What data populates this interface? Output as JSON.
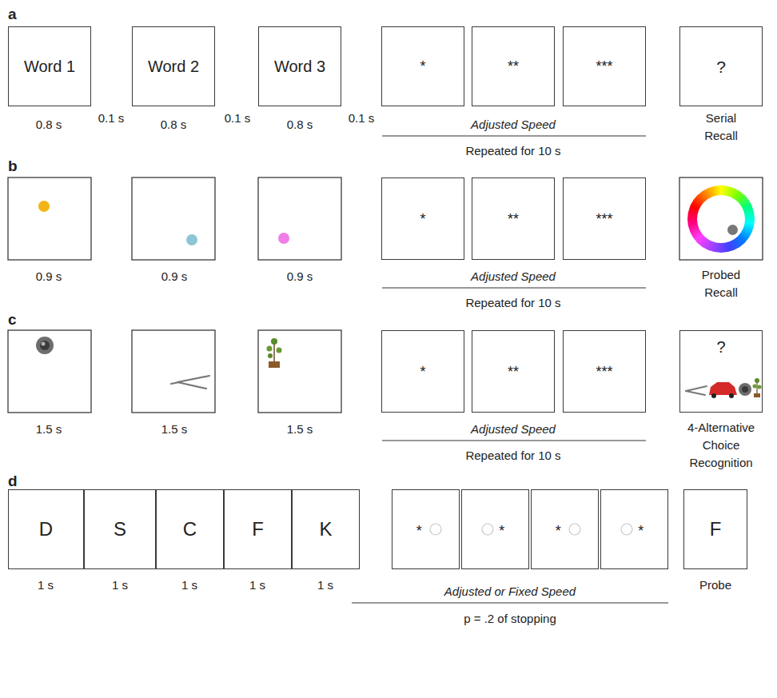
{
  "diagram": {
    "nodes": [
      {
        "text": [
          "Word 1"
        ]
      },
      {
        "text": [
          "Word 2"
        ]
      },
      {
        "text": [
          "Word 3"
        ]
      },
      {
        "text": [
          "*"
        ]
      },
      {
        "text": [
          "**"
        ]
      },
      {
        "text": [
          "***"
        ]
      },
      {
        "text": [
          "?"
        ]
      },
      {
        "text": [
          "*"
        ]
      },
      {
        "text": [
          "**"
        ]
      },
      {
        "text": [
          "***"
        ]
      },
      {
        "text": [
          "*"
        ]
      },
      {
        "text": [
          "**"
        ]
      },
      {
        "text": [
          "***"
        ]
      },
      {
        "text": [
          "?"
        ]
      },
      {
        "text": [
          "D"
        ]
      },
      {
        "text": [
          "S"
        ]
      },
      {
        "text": [
          "C"
        ]
      },
      {
        "text": [
          "F"
        ]
      },
      {
        "text": [
          "K"
        ]
      },
      {
        "text": [
          "*"
        ]
      },
      {
        "text": [
          "*"
        ]
      },
      {
        "text": [
          "*"
        ]
      },
      {
        "text": [
          "*"
        ]
      },
      {
        "text": [
          "F"
        ]
      }
    ],
    "labels": [
      "a",
      "0.8 s",
      "0.1 s",
      "0.8 s",
      "0.1 s",
      "0.8 s",
      "0.1 s",
      "Adjusted Speed",
      "Repeated for 10 s",
      "Serial Recall",
      "b",
      "0.9 s",
      "0.9 s",
      "0.9 s",
      "Adjusted Speed",
      "Repeated for 10 s",
      "Probed Recall",
      "c",
      "1.5 s",
      "1.5 s",
      "1.5 s",
      "Adjusted Speed",
      "Repeated for 10 s",
      "4-Alternative Choice Recognition",
      "d",
      "1 s",
      "1 s",
      "1 s",
      "1 s",
      "1 s",
      "Adjusted or Fixed Speed",
      "p = .2 of stopping",
      "Probe"
    ]
  }
}
